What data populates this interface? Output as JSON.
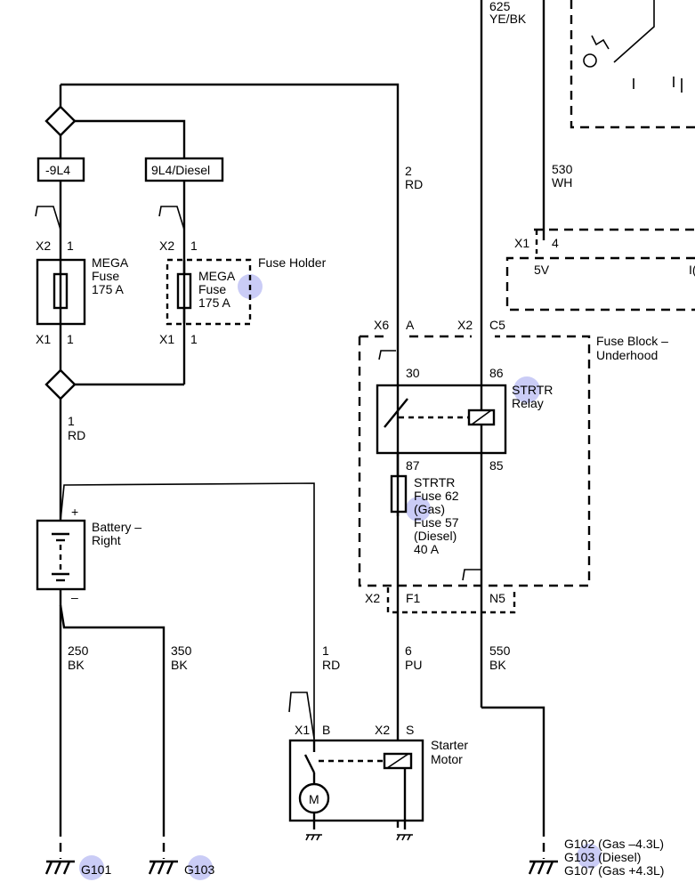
{
  "top_wire": {
    "circuit": "625",
    "color": "YE/BK"
  },
  "left_wires": {
    "option_left": "-9L4",
    "option_right": "9L4/Diesel",
    "feed_circuit": "2",
    "feed_color": "RD",
    "battery_circuit": "1",
    "battery_color": "RD"
  },
  "fuses": {
    "fuse1": {
      "conn_top": "X2",
      "pin_top": "1",
      "conn_bottom": "X1",
      "pin_bottom": "1",
      "line1": "MEGA",
      "line2": "Fuse",
      "line3": "175 A"
    },
    "fuse2": {
      "conn_top": "X2",
      "pin_top": "1",
      "conn_bottom": "X1",
      "pin_bottom": "1",
      "line1": "MEGA",
      "line2": "Fuse",
      "line3": "175 A"
    },
    "holder_label": "Fuse Holder"
  },
  "ecm": {
    "circuit": "530",
    "color": "WH",
    "conn": "X1",
    "pin": "4",
    "supply": "5V",
    "cut": "I("
  },
  "fuse_block": {
    "conn_a": "X6",
    "pin_a": "A",
    "conn_c5": "X2",
    "pin_c5": "C5",
    "title_line1": "Fuse Block –",
    "title_line2": "Underhood",
    "pin30": "30",
    "pin86": "86",
    "pin87": "87",
    "pin85": "85",
    "relay_line1": "STRTR",
    "relay_line2": "Relay",
    "fuse_line1": "STRTR",
    "fuse_line2": "Fuse 62",
    "fuse_line3": "(Gas)",
    "fuse_line4": "Fuse 57",
    "fuse_line5": "(Diesel)",
    "fuse_line6": "40 A",
    "conn_f1": "X2",
    "pin_f1": "F1",
    "pin_n5": "N5"
  },
  "battery": {
    "line1": "Battery –",
    "line2": "Right",
    "plus": "+",
    "minus": "–"
  },
  "lower_wires": {
    "w250_circuit": "250",
    "w250_color": "BK",
    "w350_circuit": "350",
    "w350_color": "BK",
    "w1_circuit": "1",
    "w1_color": "RD",
    "w6_circuit": "6",
    "w6_color": "PU",
    "w550_circuit": "550",
    "w550_color": "BK"
  },
  "starter": {
    "conn_b": "X1",
    "pin_b": "B",
    "conn_s": "X2",
    "pin_s": "S",
    "line1": "Starter",
    "line2": "Motor",
    "motor": "M"
  },
  "grounds": {
    "g101": "G101",
    "g103": "G103",
    "g102_line": "G102 (Gas –4.3L)",
    "g103_line": "G103 (Diesel)",
    "g107_line": "G107 (Gas +4.3L)"
  },
  "colors": {
    "highlight": "#7b7fe8"
  }
}
